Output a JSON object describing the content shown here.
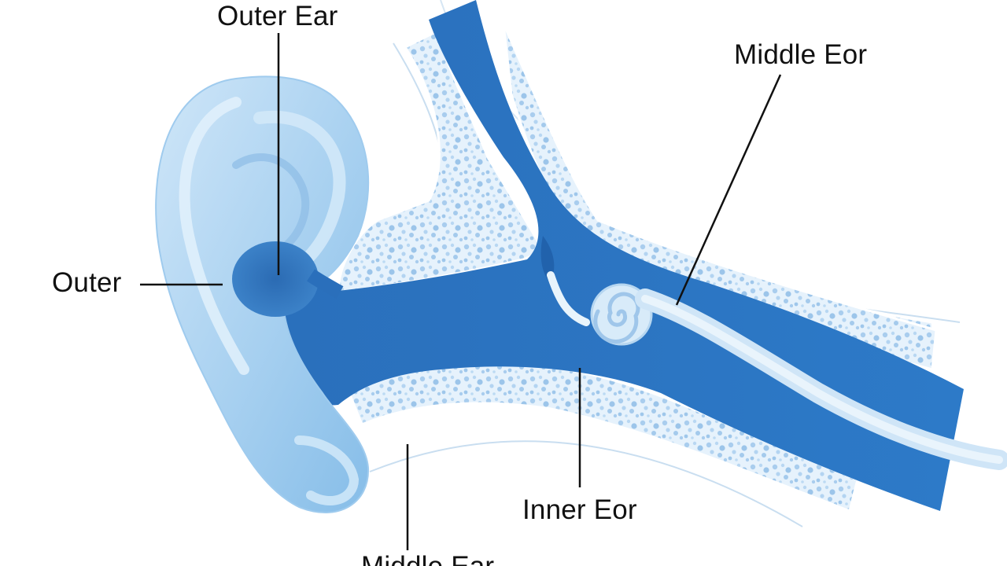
{
  "diagram": {
    "labels": {
      "outer_ear_top": "Outer Ear",
      "outer_left": "Outer",
      "middle_ear_right": "Middle Eor",
      "inner_ear_bottom": "Inner Eor",
      "middle_ear_bottom": "Middle Ear"
    },
    "colors": {
      "canal_blue": "#2f78c4",
      "canal_dark": "#1d5ea8",
      "pinna_light": "#b9daf3",
      "pinna_mid": "#8fc0e8",
      "bone_fill": "#e4f1fb",
      "bone_speckle": "#a9cdee",
      "cochlea": "#d9ecf9",
      "leader_line": "#111111",
      "background": "#ffffff"
    }
  }
}
